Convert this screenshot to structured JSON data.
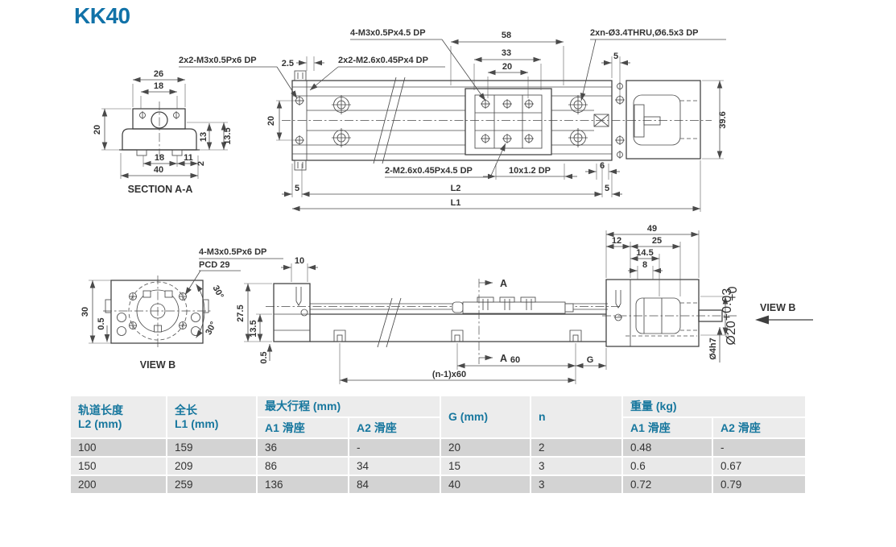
{
  "page": {
    "title": "KK40"
  },
  "colors": {
    "accent_blue": "#1172a8",
    "table_header_text": "#17779e",
    "table_header_bg": "#ececec",
    "table_row_dark": "#d3d3d3",
    "table_row_light": "#e9e9e9",
    "line_color": "#3f3f3f"
  },
  "top_view": {
    "labels": {
      "m3_carriage": "4-M3x0.5Px4.5 DP",
      "thru_holes": "2xn-Ø3.4THRU,Ø6.5x3 DP",
      "m3_endcap": "2x2-M3x0.5Px6 DP",
      "m26_endcap": "2x2-M2.6x0.45Px4 DP",
      "m26_carriage": "2-M2.6x0.45Px4.5 DP",
      "grease": "10x1.2 DP"
    },
    "dims": {
      "d58": "58",
      "d33": "33",
      "d20_holes": "20",
      "d2_5": "2.5",
      "d5_motor": "5",
      "d6": "6",
      "d5_left": "5",
      "d5_right": "5",
      "d20_side": "20",
      "d39_6": "39.6",
      "l2": "L2",
      "l1": "L1"
    }
  },
  "section_aa": {
    "title": "SECTION A-A",
    "dims": {
      "d26": "26",
      "d18_top": "18",
      "d20": "20",
      "d13": "13",
      "d13_5": "13.5",
      "d18_bottom": "18",
      "d11": "11",
      "d2": "2",
      "d40": "40"
    }
  },
  "view_b": {
    "title": "VIEW B",
    "labels": {
      "m3_flange": "4-M3x0.5Px6 DP",
      "pcd": "PCD 29"
    },
    "dims": {
      "d30": "30",
      "d0_5": "0.5",
      "a30_top": "30°",
      "a30_bottom": "30°"
    }
  },
  "side_view": {
    "labels": {
      "view_b_arrow": "VIEW B",
      "section_a_top": "A",
      "section_a_bottom": "A"
    },
    "dims": {
      "d10": "10",
      "d27_5": "27.5",
      "d13_5": "13.5",
      "d0_5": "0.5",
      "d60": "60",
      "dg": "G",
      "dn60": "(n-1)x60",
      "d49": "49",
      "d12": "12",
      "d25": "25",
      "d14_5": "14.5",
      "d8": "8",
      "d20_shaft": "Ø20",
      "tol_plus": "+0.03",
      "tol_minus": "+0",
      "d4h7": "Ø4h7"
    }
  },
  "table": {
    "header": {
      "col_l2_name": "轨道长度",
      "col_l2_unit": "L2 (mm)",
      "col_l1_name": "全长",
      "col_l1_unit": "L1 (mm)",
      "col_stroke": "最大行程 (mm)",
      "col_stroke_a1": "A1 滑座",
      "col_stroke_a2": "A2 滑座",
      "col_g": "G (mm)",
      "col_n": "n",
      "col_weight": "重量 (kg)",
      "col_weight_a1": "A1 滑座",
      "col_weight_a2": "A2 滑座"
    },
    "rows": [
      {
        "l2": "100",
        "l1": "159",
        "s_a1": "36",
        "s_a2": "-",
        "g": "20",
        "n": "2",
        "w_a1": "0.48",
        "w_a2": "-"
      },
      {
        "l2": "150",
        "l1": "209",
        "s_a1": "86",
        "s_a2": "34",
        "g": "15",
        "n": "3",
        "w_a1": "0.6",
        "w_a2": "0.67"
      },
      {
        "l2": "200",
        "l1": "259",
        "s_a1": "136",
        "s_a2": "84",
        "g": "40",
        "n": "3",
        "w_a1": "0.72",
        "w_a2": "0.79"
      }
    ]
  }
}
